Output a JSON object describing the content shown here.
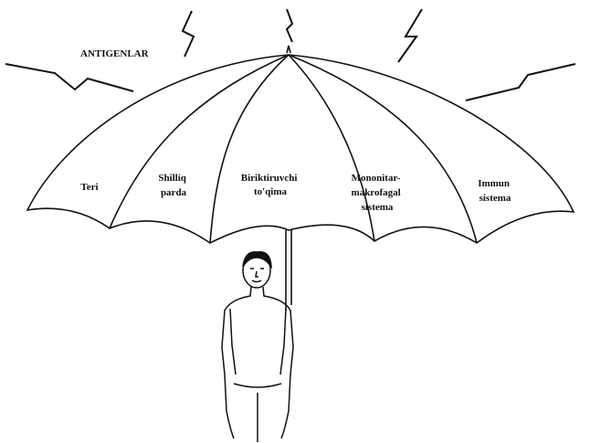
{
  "diagram": {
    "title": "ANTIGENLAR",
    "sections": [
      {
        "lines": [
          "Teri"
        ]
      },
      {
        "lines": [
          "Shilliq",
          "parda"
        ]
      },
      {
        "lines": [
          "Biriktiruvchi",
          "to'qima"
        ]
      },
      {
        "lines": [
          "Mononitar-",
          "makrofagal",
          "sistema"
        ]
      },
      {
        "lines": [
          "Immun",
          "sistema"
        ]
      }
    ],
    "colors": {
      "ink": "#111111",
      "paper": "#ffffff"
    },
    "icons": [
      "lightning-bolt-icon",
      "umbrella-icon",
      "person-figure-icon"
    ]
  }
}
